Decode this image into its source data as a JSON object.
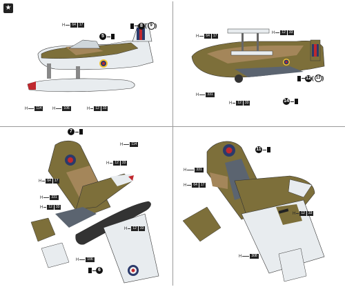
{
  "badge": {
    "glyph": "★"
  },
  "prefix": "H",
  "colors": {
    "olive": "#7d6f3a",
    "earth": "#a4865a",
    "sea_grey": "#5b6470",
    "under_white": "#e8ecef",
    "roundel_blue": "#2b3a6b",
    "roundel_red": "#c0282e"
  },
  "panels": {
    "top_left": {
      "callouts": [
        {
          "a": "64",
          "b": "17"
        },
        {
          "a": "114"
        },
        {
          "a": "106"
        },
        {
          "a": "12",
          "b": "33"
        }
      ],
      "markers": [
        {
          "n": "5"
        },
        {
          "n": "8",
          "alt": "9"
        }
      ]
    },
    "top_right": {
      "callouts": [
        {
          "a": "64",
          "b": "17"
        },
        {
          "a": "12",
          "b": "33"
        },
        {
          "a": "331"
        },
        {
          "a": "12",
          "b": "33"
        }
      ],
      "markers": [
        {
          "n": "12",
          "alt": "13"
        },
        {
          "n": "14"
        }
      ]
    },
    "bottom_left": {
      "callouts": [
        {
          "a": "114"
        },
        {
          "a": "12",
          "b": "33"
        },
        {
          "a": "64",
          "b": "17"
        },
        {
          "a": "331"
        },
        {
          "a": "12",
          "b": "33"
        },
        {
          "a": "12",
          "b": "33"
        },
        {
          "a": "106"
        }
      ],
      "markers": [
        {
          "n": "7"
        },
        {
          "n": "6"
        }
      ]
    },
    "bottom_right": {
      "callouts": [
        {
          "a": "331"
        },
        {
          "a": "64",
          "b": "17"
        },
        {
          "a": "12",
          "b": "33"
        },
        {
          "a": "308"
        }
      ],
      "markers": [
        {
          "n": "11"
        }
      ]
    }
  }
}
